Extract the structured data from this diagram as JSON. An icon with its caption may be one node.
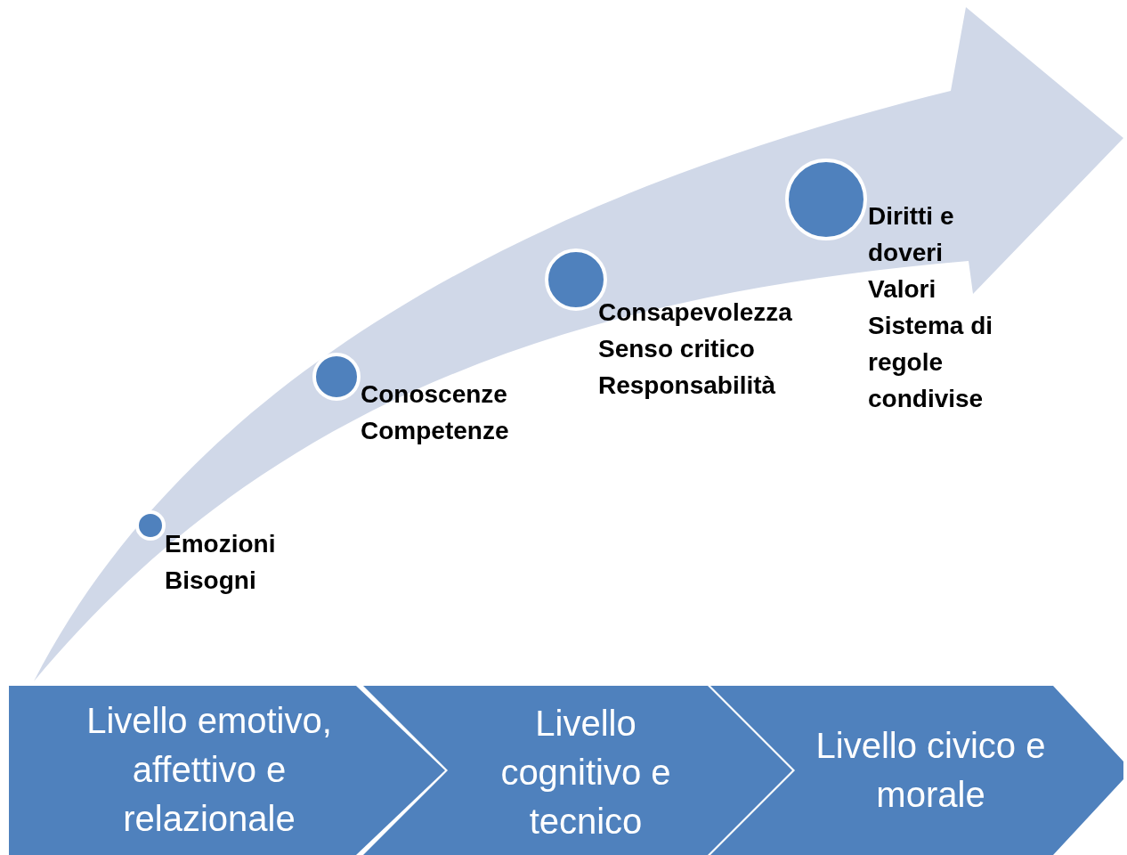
{
  "diagram": {
    "nodes": [
      {
        "text": [],
        "shape": "circle",
        "beside": [
          "Emozioni",
          "Bisogni"
        ]
      },
      {
        "text": [],
        "shape": "circle",
        "beside": [
          "Conoscenze",
          "Competenze"
        ]
      },
      {
        "text": [],
        "shape": "circle",
        "beside": [
          "Consapevolezza",
          "Senso critico",
          "Responsabilità"
        ]
      },
      {
        "text": [],
        "shape": "circle",
        "beside": [
          "Diritti e doveri",
          "Valori",
          "Sistema di regole condivise"
        ]
      },
      {
        "text": [
          "Livello emotivo, affettivo e relazionale"
        ]
      },
      {
        "text": [
          "Livello cognitivo e tecnico"
        ]
      },
      {
        "text": [
          "Livello civico e morale"
        ]
      }
    ],
    "edges": []
  }
}
